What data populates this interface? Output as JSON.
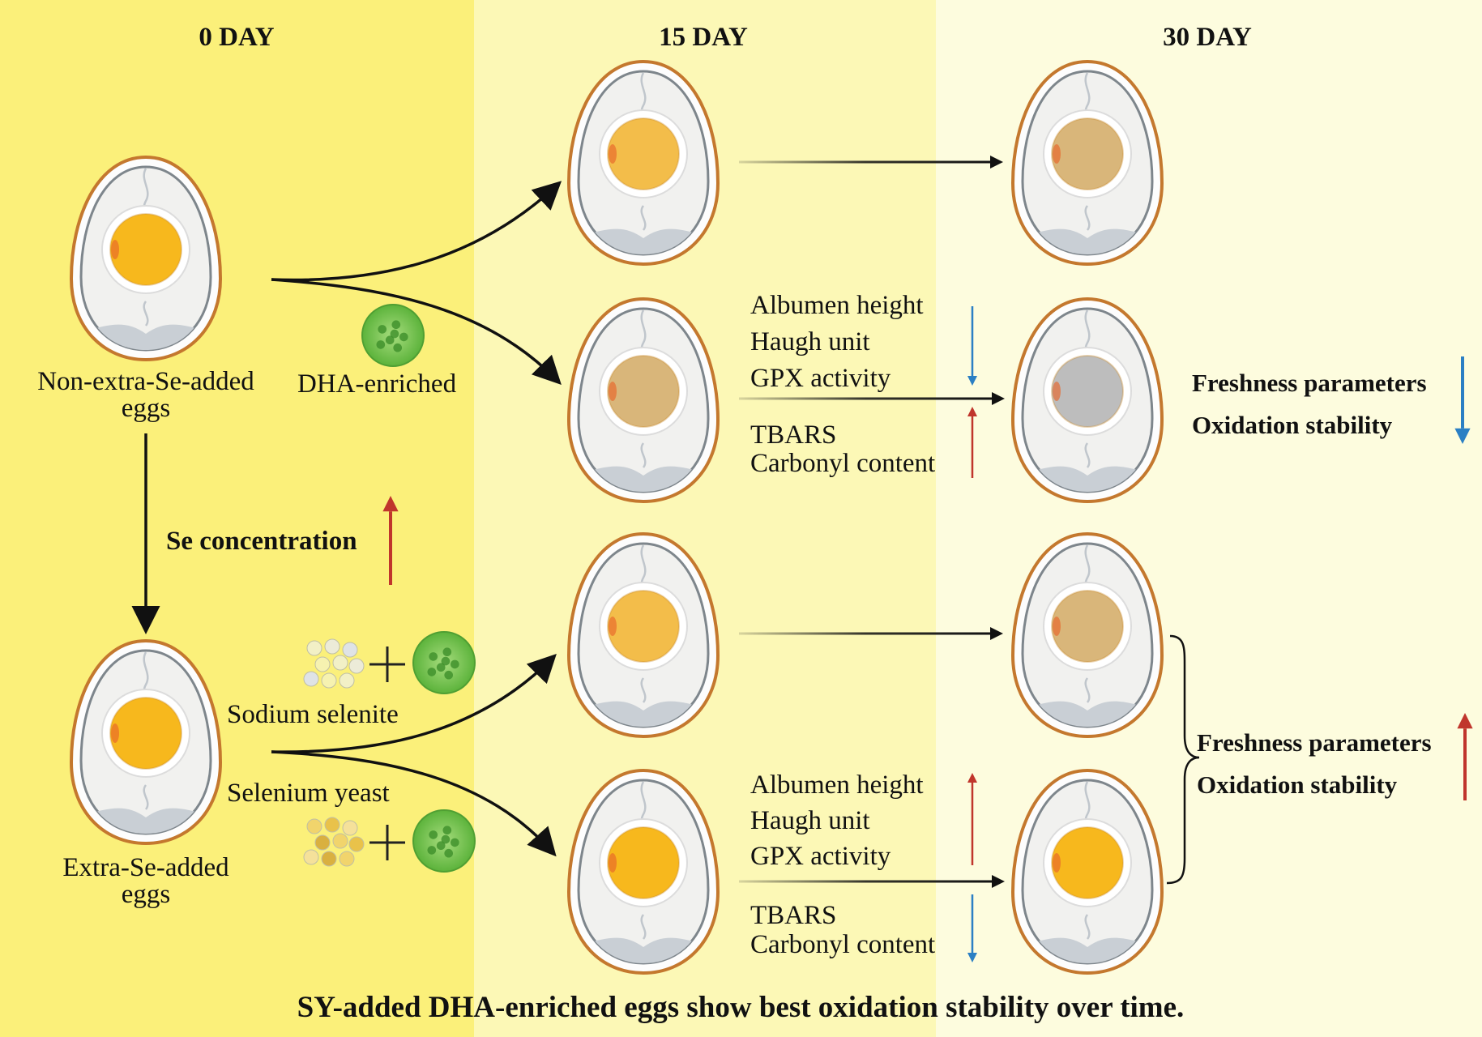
{
  "days": [
    "0 DAY",
    "15 DAY",
    "30 DAY"
  ],
  "groups": {
    "non_extra": {
      "line1": "Non-extra-Se-added",
      "line2": "eggs"
    },
    "extra": {
      "line1": "Extra-Se-added",
      "line2": "eggs"
    }
  },
  "labels": {
    "dha_enriched": "DHA-enriched",
    "se_concentration": "Se concentration",
    "sodium_selenite": "Sodium selenite",
    "selenium_yeast": "Selenium yeast"
  },
  "params_upper": {
    "freshness": [
      "Albumen height",
      "Haugh unit",
      "GPX activity"
    ],
    "oxidation": [
      "TBARS",
      "Carbonyl content"
    ]
  },
  "params_lower": {
    "freshness": [
      "Albumen height",
      "Haugh unit",
      "GPX activity"
    ],
    "oxidation": [
      "TBARS",
      "Carbonyl content"
    ]
  },
  "outcomes_upper": [
    "Freshness parameters",
    "Oxidation stability"
  ],
  "outcomes_lower": [
    "Freshness parameters",
    "Oxidation stability"
  ],
  "footer": "SY-added DHA-enriched eggs show best oxidation stability over time.",
  "colors": {
    "bg_day0": "#fbf07a",
    "bg_day15": "#fcf8b6",
    "bg_day30": "#fdfcde",
    "up_arrow": "#c0352c",
    "down_arrow": "#2b7fc4",
    "fresh_yolk": "#f7b81d",
    "day15_yolk": "#f3bd4a",
    "aged_yolk": "#d9b67a",
    "gray_yolk": "#bdbdbd",
    "algae_green": "#6cc04a"
  },
  "eggs": [
    {
      "group": "non_extra",
      "day": "0 DAY",
      "yolk": "fresh_yolk"
    },
    {
      "group": "extra",
      "day": "0 DAY",
      "yolk": "fresh_yolk"
    },
    {
      "group": "non_extra",
      "day": "15 DAY",
      "yolk": "day15_yolk"
    },
    {
      "group": "non_extra_dha",
      "day": "15 DAY",
      "yolk": "aged_yolk"
    },
    {
      "group": "extra_sodium_selenite",
      "day": "15 DAY",
      "yolk": "day15_yolk"
    },
    {
      "group": "extra_selenium_yeast",
      "day": "15 DAY",
      "yolk": "fresh_yolk"
    },
    {
      "group": "non_extra",
      "day": "30 DAY",
      "yolk": "aged_yolk"
    },
    {
      "group": "non_extra_dha",
      "day": "30 DAY",
      "yolk": "gray_yolk"
    },
    {
      "group": "extra_sodium_selenite",
      "day": "30 DAY",
      "yolk": "aged_yolk"
    },
    {
      "group": "extra_selenium_yeast",
      "day": "30 DAY",
      "yolk": "fresh_yolk"
    }
  ]
}
